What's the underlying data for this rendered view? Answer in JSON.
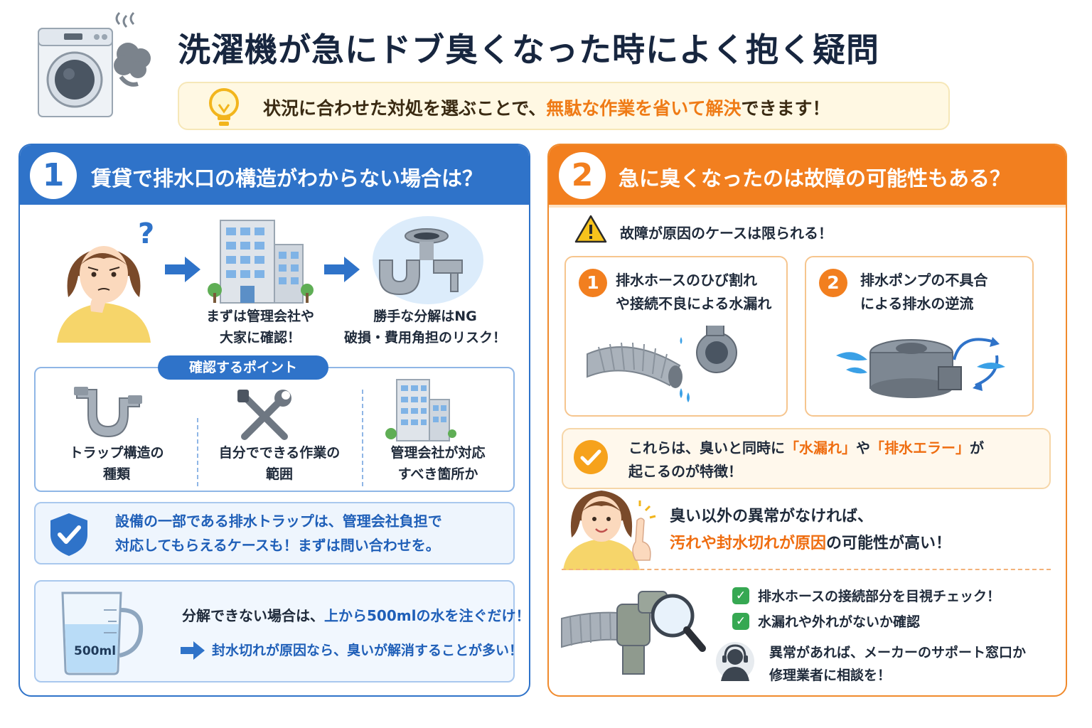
{
  "header": {
    "title": "洗濯機が急にドブ臭くなった時によく抱く疑問",
    "subtitle_pre": "状況に合わせた対処を選ぶことで、",
    "subtitle_hl": "無駄な作業を省いて解決",
    "subtitle_post": "できます！"
  },
  "left": {
    "number": "1",
    "title": "賃貸で排水口の構造がわからない場合は？",
    "step2_caption": [
      "まずは管理会社や",
      "大家に確認！"
    ],
    "step3_caption": [
      "勝手な分解はNG",
      "破損・費用角担のリスク！"
    ],
    "points_label": "確認するポイント",
    "points": [
      {
        "line1": "トラップ構造の",
        "line2": "種類"
      },
      {
        "line1": "自分でできる作業の",
        "line2": "範囲"
      },
      {
        "line1": "管理会社が対応",
        "line2": "すべき箇所か"
      }
    ],
    "notice": [
      "設備の一部である排水トラップは、管理会社負担で",
      "対応してもらえるケースも！まずは問い合わせを。"
    ],
    "water": {
      "cup_label": "500ml",
      "line1_pre": "分解できない場合は、",
      "line1_hl": "上から500mlの水を注ぐだけ！",
      "line2": "封水切れが原因なら、臭いが解消することが多い！"
    }
  },
  "right": {
    "number": "2",
    "title": "急に臭くなったのは故障の可能性もある？",
    "warning": "故障が原因のケースは限られる！",
    "cards": [
      {
        "number": "1",
        "line1": "排水ホースのひび割れ",
        "line2": "や接続不良による水漏れ"
      },
      {
        "number": "2",
        "line1": "排水ポンプの不具合",
        "line2": "による排水の逆流"
      }
    ],
    "feature": {
      "pre": "これらは、臭いと同時に",
      "hl1": "「水漏れ」",
      "mid": "や",
      "hl2": "「排水エラー」",
      "post": "が",
      "line2": "起こるのが特徴！"
    },
    "advice": {
      "line1": "臭い以外の異常がなければ、",
      "hl": "汚れや封水切れが原因",
      "post": "の可能性が高い！"
    },
    "checks": [
      "排水ホースの接続部分を目視チェック！",
      "水漏れや外れがないか確認"
    ],
    "support": [
      "異常があれば、メーカーのサポート窓口か",
      "修理業者に相談を！"
    ]
  }
}
